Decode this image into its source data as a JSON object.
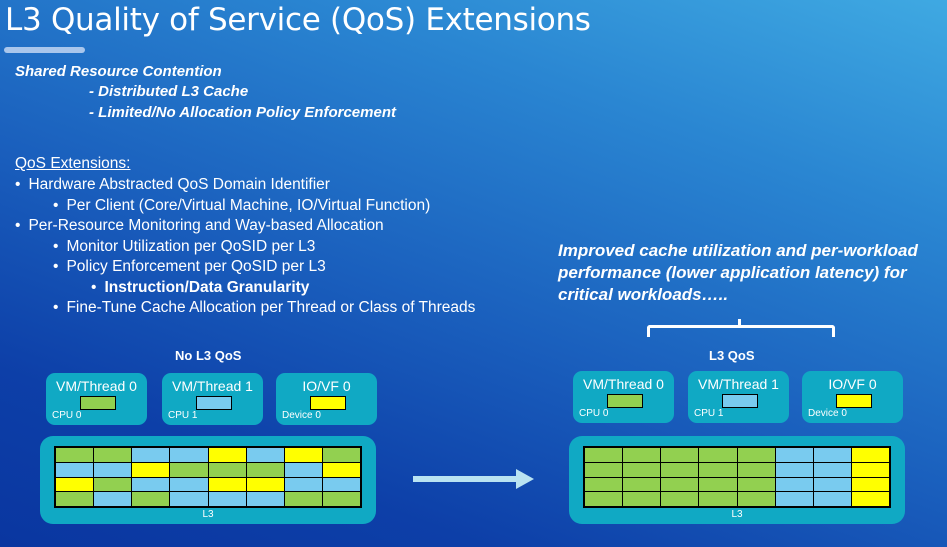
{
  "title": "L3 Quality of Service (QoS) Extensions",
  "problem": {
    "heading": "Shared Resource Contention",
    "items": [
      "- Distributed L3 Cache",
      "- Limited/No Allocation Policy Enforcement"
    ]
  },
  "qos": {
    "heading": "QoS Extensions:",
    "bullets": [
      {
        "level": 1,
        "text": "Hardware Abstracted QoS Domain Identifier",
        "bold": false
      },
      {
        "level": 2,
        "text": "Per Client (Core/Virtual Machine, IO/Virtual Function)",
        "bold": false
      },
      {
        "level": 1,
        "text": "Per-Resource Monitoring and Way-based Allocation",
        "bold": false
      },
      {
        "level": 2,
        "text": "Monitor Utilization per QoSID per L3",
        "bold": false
      },
      {
        "level": 2,
        "text": "Policy Enforcement per QoSID per L3",
        "bold": false
      },
      {
        "level": 3,
        "text": "Instruction/Data Granularity",
        "bold": true
      },
      {
        "level": 2,
        "text": "Fine-Tune Cache Allocation per Thread or Class of Threads",
        "bold": false
      }
    ],
    "bullet_glyph": "•"
  },
  "claim": "Improved cache utilization and per-workload performance (lower application latency) for critical workloads…..",
  "colors": {
    "green": "#92d050",
    "blue": "#79cbef",
    "yellow": "#ffff00",
    "teal": "#10a9c4"
  },
  "diagrams": {
    "before": {
      "label": "No L3 QoS",
      "clients": [
        {
          "name": "VM/Thread 0",
          "sub": "CPU 0",
          "color": "green"
        },
        {
          "name": "VM/Thread 1",
          "sub": "CPU 1",
          "color": "blue"
        },
        {
          "name": "IO/VF 0",
          "sub": "Device 0",
          "color": "yellow"
        }
      ],
      "cache_label": "L3",
      "cache_rows": [
        [
          "green",
          "green",
          "blue",
          "blue",
          "yellow",
          "blue",
          "yellow",
          "green"
        ],
        [
          "blue",
          "blue",
          "yellow",
          "green",
          "green",
          "green",
          "blue",
          "yellow"
        ],
        [
          "yellow",
          "green",
          "blue",
          "blue",
          "yellow",
          "yellow",
          "blue",
          "blue"
        ],
        [
          "green",
          "blue",
          "green",
          "blue",
          "blue",
          "blue",
          "green",
          "green"
        ]
      ]
    },
    "after": {
      "label": "L3 QoS",
      "clients": [
        {
          "name": "VM/Thread 0",
          "sub": "CPU 0",
          "color": "green"
        },
        {
          "name": "VM/Thread 1",
          "sub": "CPU 1",
          "color": "blue"
        },
        {
          "name": "IO/VF 0",
          "sub": "Device 0",
          "color": "yellow"
        }
      ],
      "cache_label": "L3",
      "cache_rows": [
        [
          "green",
          "green",
          "green",
          "green",
          "green",
          "blue",
          "blue",
          "yellow"
        ],
        [
          "green",
          "green",
          "green",
          "green",
          "green",
          "blue",
          "blue",
          "yellow"
        ],
        [
          "green",
          "green",
          "green",
          "green",
          "green",
          "blue",
          "blue",
          "yellow"
        ],
        [
          "green",
          "green",
          "green",
          "green",
          "green",
          "blue",
          "blue",
          "yellow"
        ]
      ]
    }
  }
}
